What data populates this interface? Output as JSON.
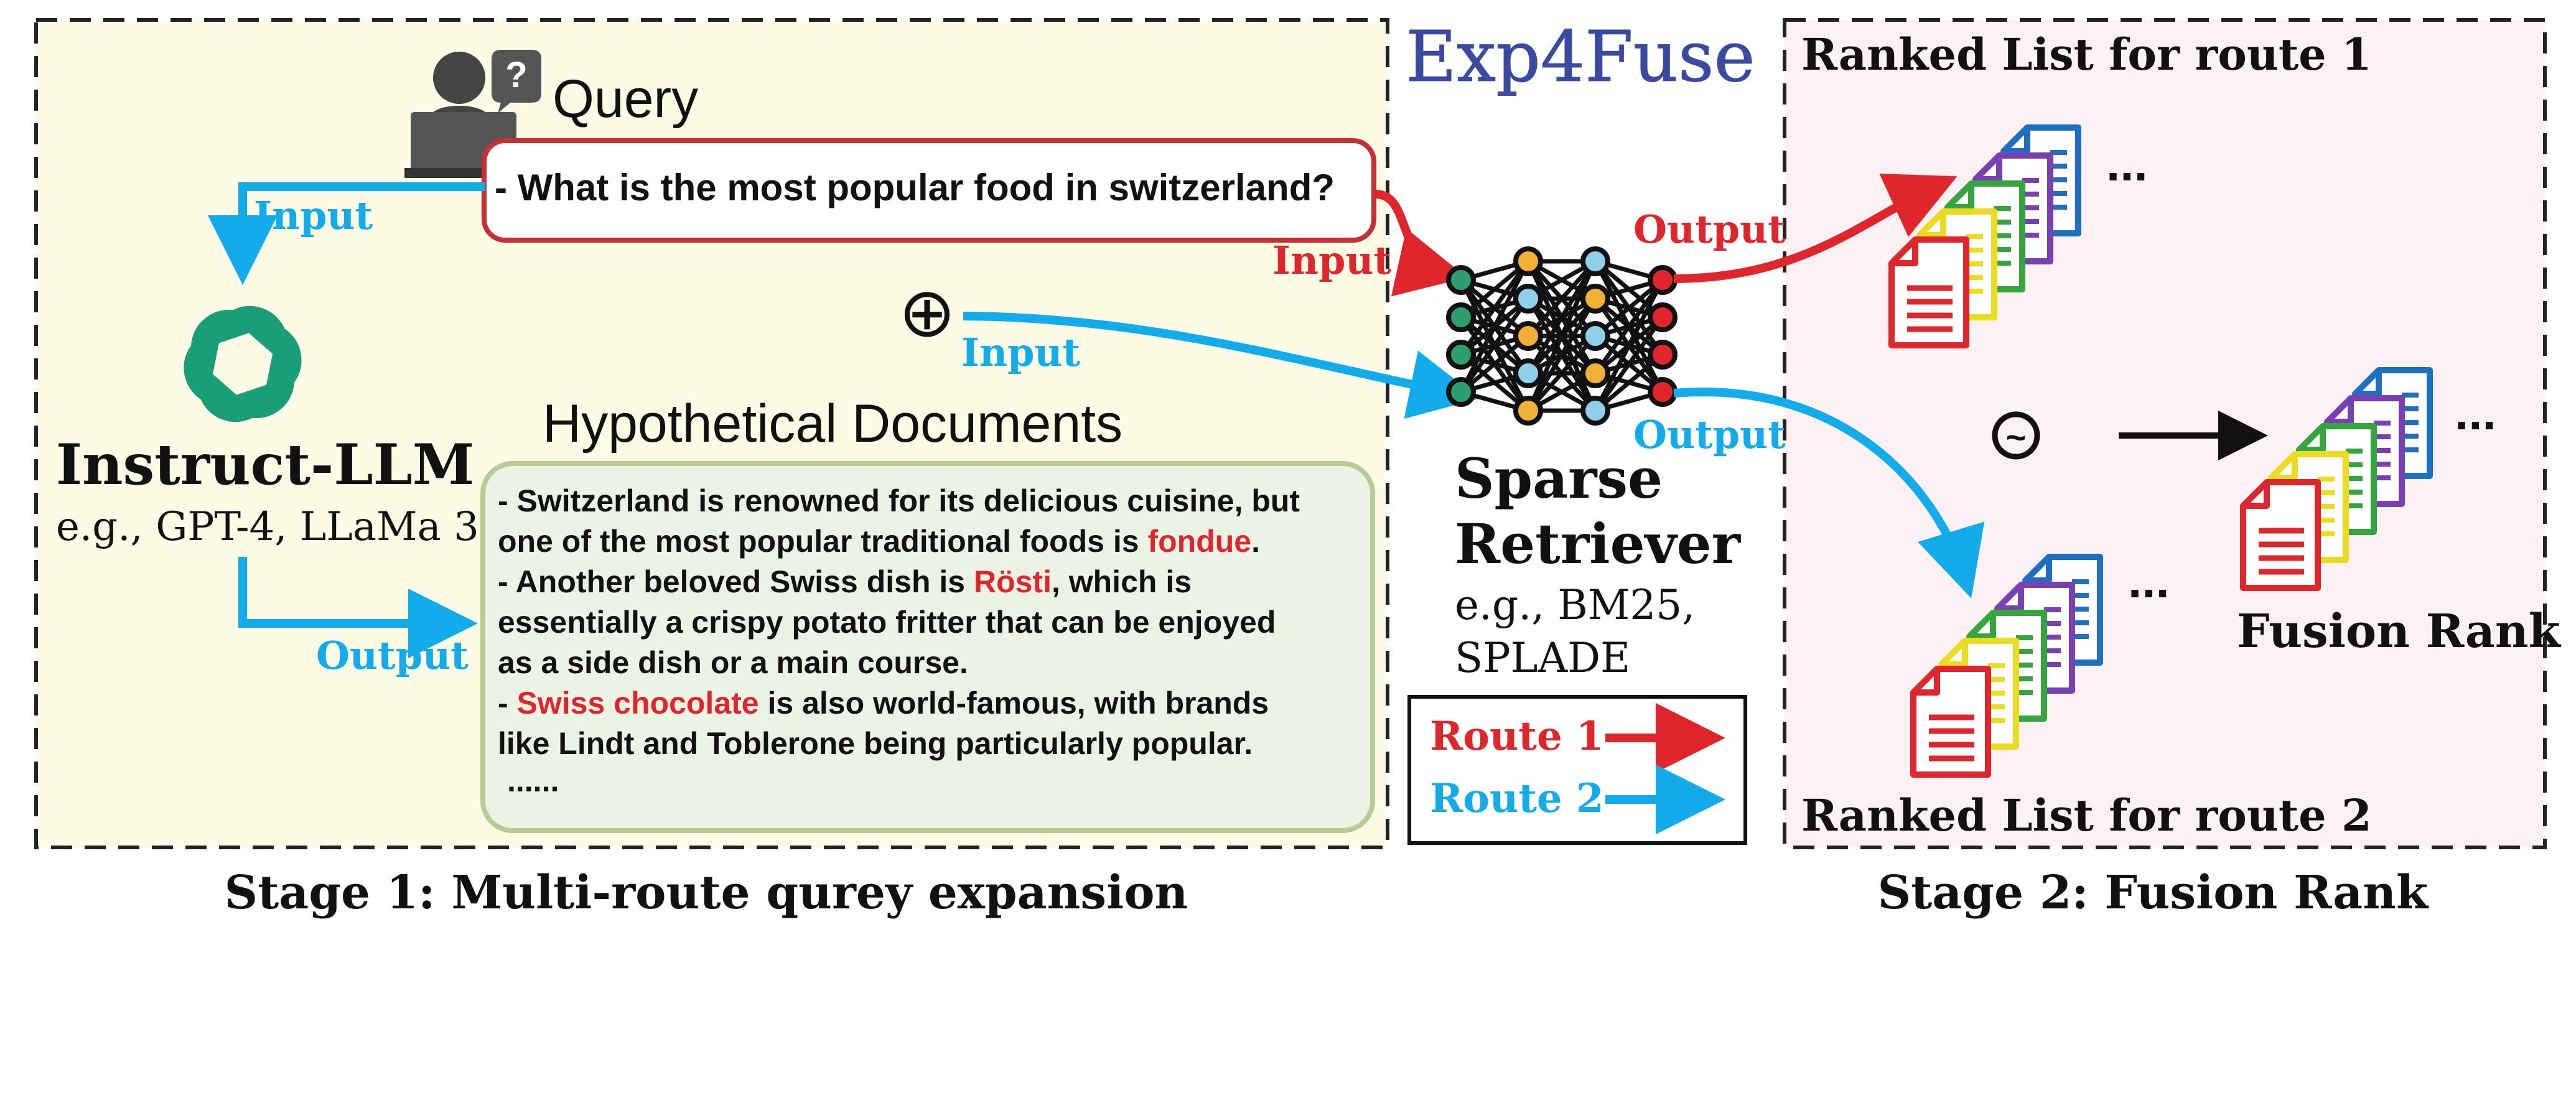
{
  "title": "Exp4Fuse",
  "stage1": {
    "caption": "Stage 1: Multi-route qurey expansion",
    "query_label": "Query",
    "query_text": "- What is the most popular food in switzerland?",
    "llm_name": "Instruct-LLM",
    "llm_examples": "e.g., GPT-4, LLaMa 3",
    "hyp_title": "Hypothetical Documents",
    "docs": [
      [
        [
          {
            "t": "- Switzerland is renowned for its delicious cuisine, but",
            "h": false
          }
        ],
        [
          {
            "t": "one of the most popular traditional foods is ",
            "h": false
          },
          {
            "t": "fondue",
            "h": true
          },
          {
            "t": ".",
            "h": false
          }
        ]
      ],
      [
        [
          {
            "t": "- Another beloved Swiss dish is ",
            "h": false
          },
          {
            "t": "Rösti",
            "h": true
          },
          {
            "t": ", which is",
            "h": false
          }
        ],
        [
          {
            "t": "essentially a crispy potato fritter that can be enjoyed",
            "h": false
          }
        ],
        [
          {
            "t": "as a side dish or a main course.",
            "h": false
          }
        ]
      ],
      [
        [
          {
            "t": "- ",
            "h": false
          },
          {
            "t": "Swiss chocolate",
            "h": true
          },
          {
            "t": " is also world-famous, with brands",
            "h": false
          }
        ],
        [
          {
            "t": "like Lindt and Toblerone being particularly popular.",
            "h": false
          }
        ]
      ]
    ],
    "ellipsis": "......",
    "oplus": "⊕"
  },
  "labels": {
    "input": "Input",
    "output": "Output"
  },
  "retriever": {
    "line1": "Sparse",
    "line2": "Retriever",
    "examples_1": "e.g., BM25,",
    "examples_2": "SPLADE"
  },
  "legend": {
    "route1": "Route 1",
    "route2": "Route 2"
  },
  "stage2": {
    "caption": "Stage 2: Fusion Rank",
    "ranked1": "Ranked List for route 1",
    "ranked2": "Ranked List for route 2",
    "fusion": "Fusion Rank",
    "fusion_symbol": "~",
    "ellipsis": "..."
  },
  "colors": {
    "stage1_bg": "#fcfbe3",
    "stage2_bg": "#fdf1f3",
    "route1": "#e0262d",
    "route2": "#12acea",
    "query_border": "#c62f33",
    "hyp_bg": "#eaf3e4",
    "hyp_border": "#b5cd94",
    "title": "#3a4aa0",
    "openai": "#1a9e78",
    "doc_stack": [
      "#1f6fc0",
      "#7a3fb0",
      "#36a53e",
      "#ecdc21",
      "#e0262d"
    ]
  },
  "icons": [
    "user-question-icon",
    "openai-icon",
    "neural-network-icon",
    "document-icon"
  ]
}
